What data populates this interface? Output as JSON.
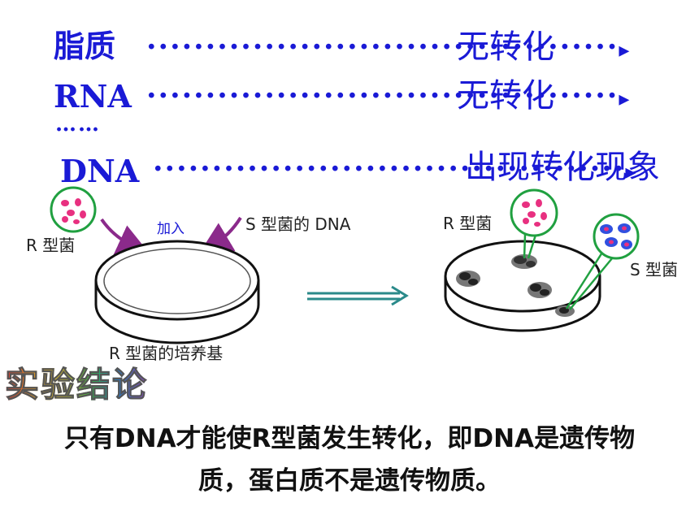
{
  "rows": [
    {
      "label": "脂质",
      "result": "无转化"
    },
    {
      "label": "RNA",
      "result": "无转化"
    },
    {
      "label": "DNA",
      "result": "出现转化现象"
    }
  ],
  "ellipsis": "……",
  "left_plate": {
    "r_label": "R 型菌",
    "add_label": "加入",
    "s_dna_label": "S 型菌的 DNA",
    "medium_label": "R 型菌的培养基"
  },
  "right_plate": {
    "r_label": "R 型菌",
    "s_label": "S 型菌"
  },
  "conclusion": {
    "title": "实验结论",
    "line1": "只有DNA才能使R型菌发生转化，即DNA是遗传物",
    "line2": "质，蛋白质不是遗传物质。"
  },
  "colors": {
    "text_blue": "#1a1ad6",
    "r_cell": "#e83080",
    "s_cell": "#3050e0",
    "circle_green": "#20a040",
    "arrow_purple": "#8b2a8b",
    "equal_arrow": "#2a8a8a"
  }
}
